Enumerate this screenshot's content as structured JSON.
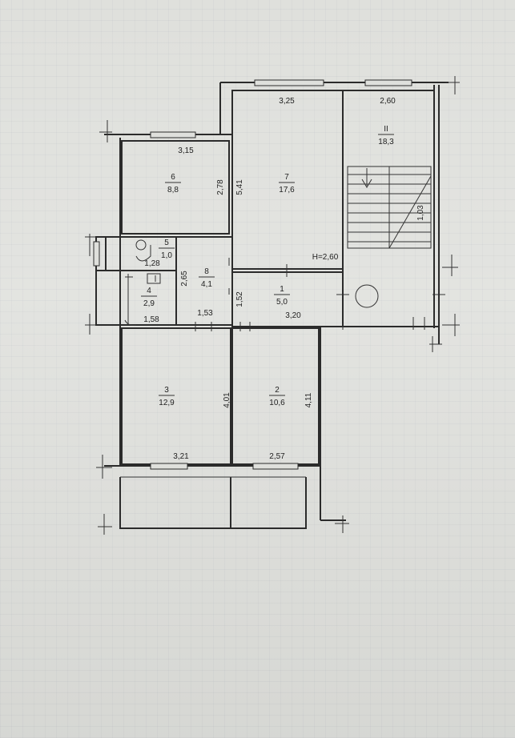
{
  "floor_plan": {
    "rooms": [
      {
        "id": "room-1",
        "number": "1",
        "area": "5,0"
      },
      {
        "id": "room-2",
        "number": "2",
        "area": "10,6"
      },
      {
        "id": "room-3",
        "number": "3",
        "area": "12,9"
      },
      {
        "id": "room-4",
        "number": "4",
        "area": "2,9"
      },
      {
        "id": "room-5",
        "number": "5",
        "area": "1,0"
      },
      {
        "id": "room-6",
        "number": "6",
        "area": "8,8"
      },
      {
        "id": "room-7",
        "number": "7",
        "area": "17,6"
      },
      {
        "id": "room-8",
        "number": "8",
        "area": "4,1"
      },
      {
        "id": "room-II",
        "number": "II",
        "area": "18,3"
      }
    ],
    "dimensions": {
      "room7_width": "3,25",
      "stair_width": "2,60",
      "room6_width": "3,15",
      "room6_depth": "2,78",
      "room7_depth": "5,41",
      "stair_depth": "1,03",
      "ceiling_height": "H=2,60",
      "wc_width": "1,28",
      "bath_depth": "2,65",
      "bath_width": "1,58",
      "corridor_width": "1,53",
      "hall_depth": "1,52",
      "hall_width": "3,20",
      "room3_depth": "4,01",
      "room2_depth": "4,11",
      "room3_width": "3,21",
      "room2_width": "2,57"
    }
  }
}
